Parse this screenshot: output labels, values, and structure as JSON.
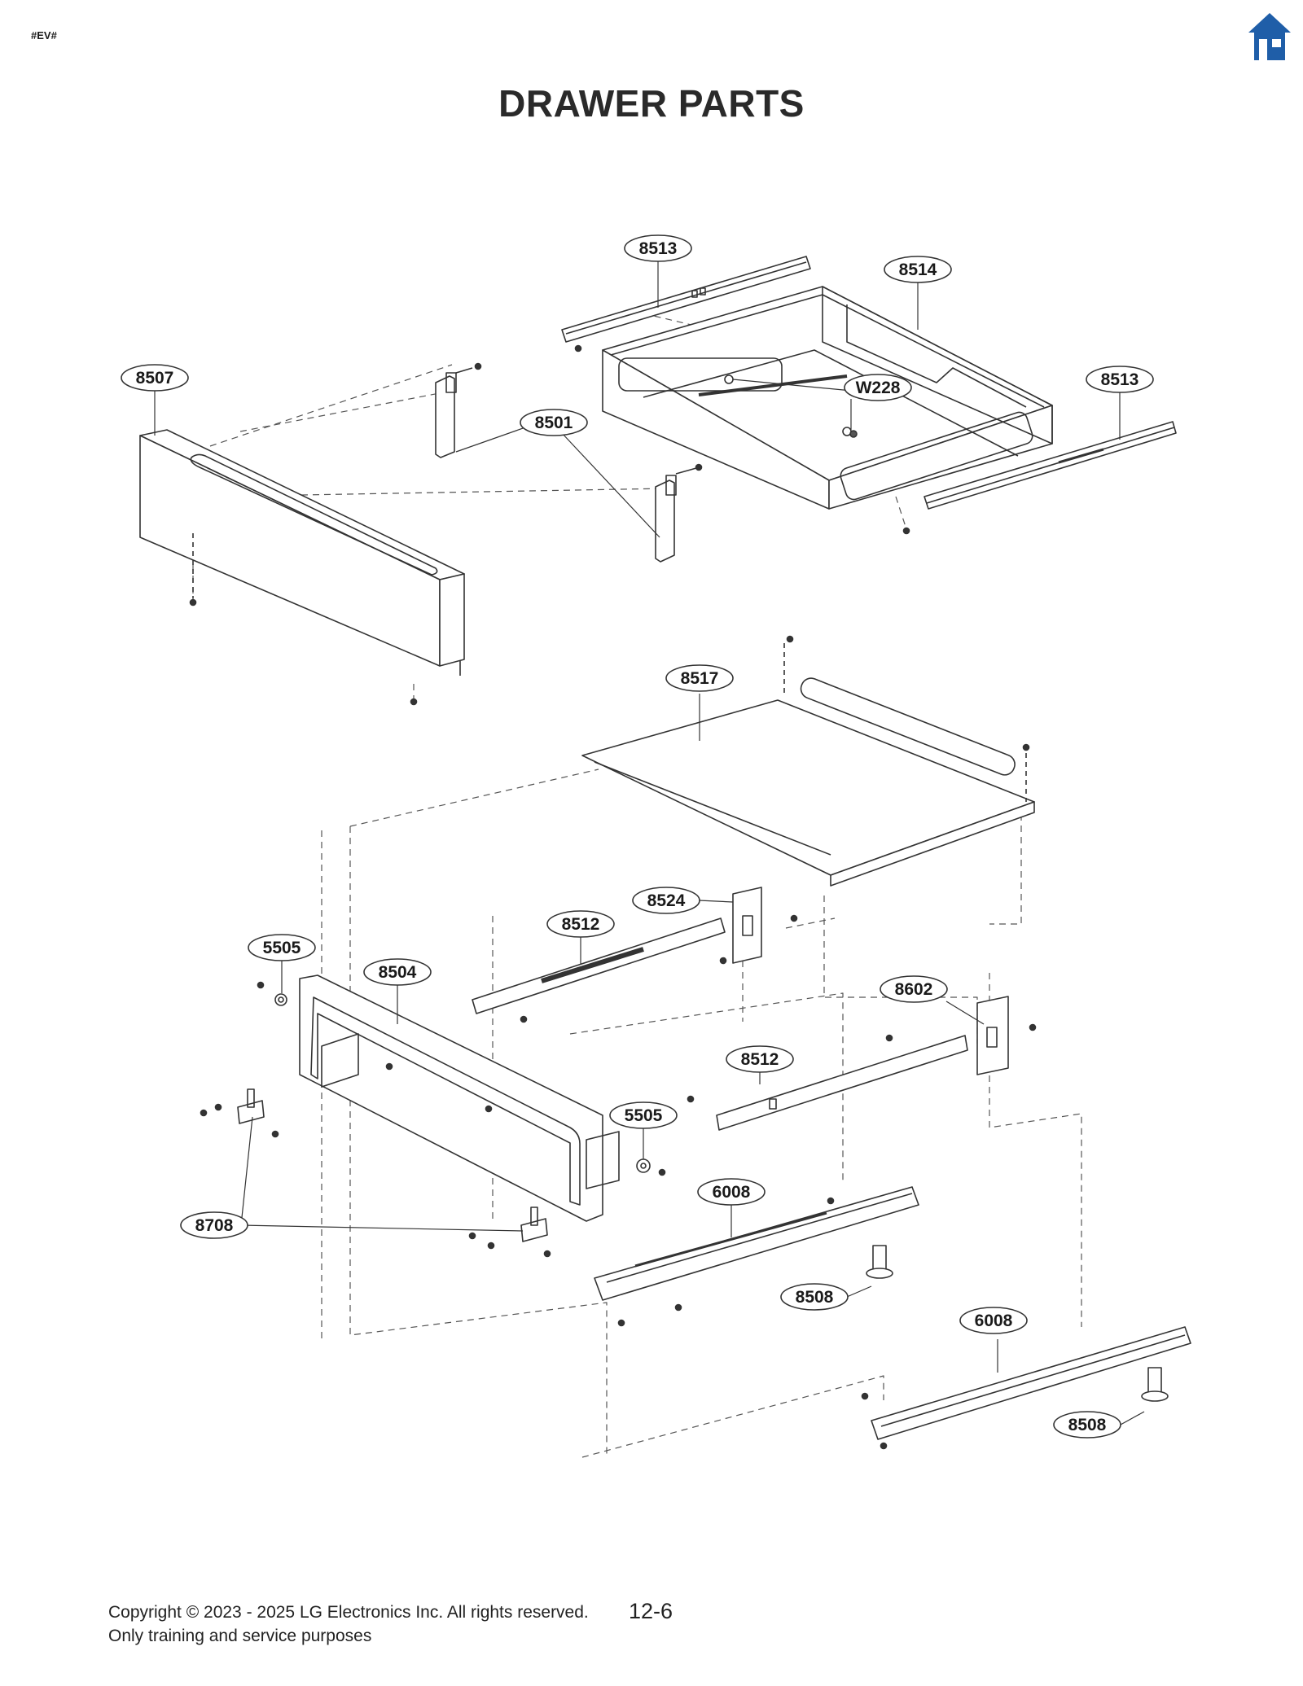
{
  "header": {
    "tag": "#EV#",
    "home_icon": "home-icon",
    "accent_color": "#1f5ea8"
  },
  "title": "DRAWER PARTS",
  "diagram": {
    "callouts": [
      "8513",
      "8514",
      "8507",
      "8501",
      "W228",
      "8513",
      "8517",
      "8524",
      "8512",
      "5505",
      "8504",
      "8602",
      "8512",
      "5505",
      "6008",
      "8708",
      "8508",
      "6008",
      "8508"
    ]
  },
  "footer": {
    "copyright": "Copyright © 2023 - 2025 LG Electronics Inc. All rights reserved.",
    "purpose": "Only training and service purposes",
    "page_number": "12-6"
  }
}
